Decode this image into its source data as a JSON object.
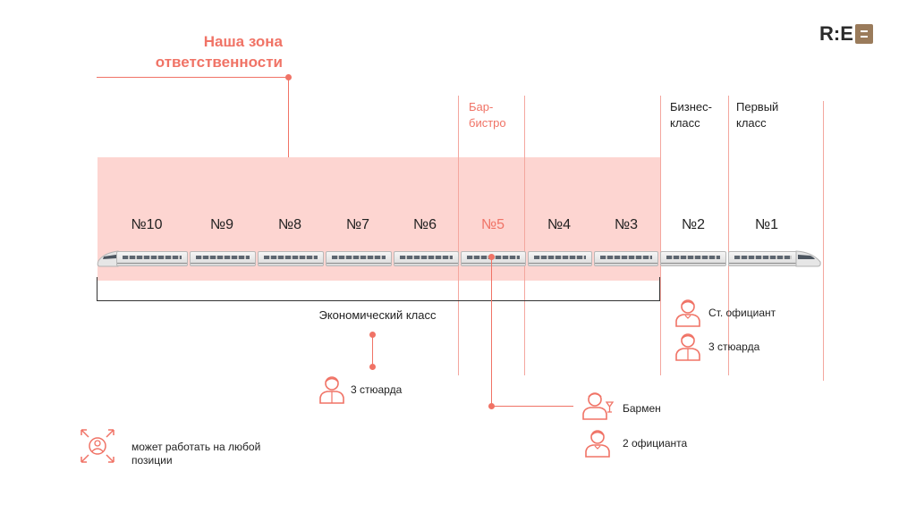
{
  "title": {
    "line1": "Наша зона",
    "line2": "ответственности"
  },
  "logo": {
    "text": "R:E",
    "icon": "train-logo-icon"
  },
  "headers": {
    "bistro": "Бар-\nбистро",
    "business": "Бизнес-\nкласс",
    "first": "Первый\nкласс"
  },
  "cars": [
    "№10",
    "№9",
    "№8",
    "№7",
    "№6",
    "№5",
    "№4",
    "№3",
    "№2",
    "№1"
  ],
  "highlight_car": "№5",
  "economy_label": "Экономический класс",
  "staff": {
    "economy_stewards": "3 стюарда",
    "bartender": "Бармен",
    "bistro_waiters": "2 официанта",
    "head_waiter": "Ст. официант",
    "business_stewards": "3 стюарда"
  },
  "note": "может работать на любой\nпозиции",
  "colors": {
    "accent": "#f07366",
    "zone_fill": "#fdd5d1",
    "divider": "#f4a79f"
  }
}
